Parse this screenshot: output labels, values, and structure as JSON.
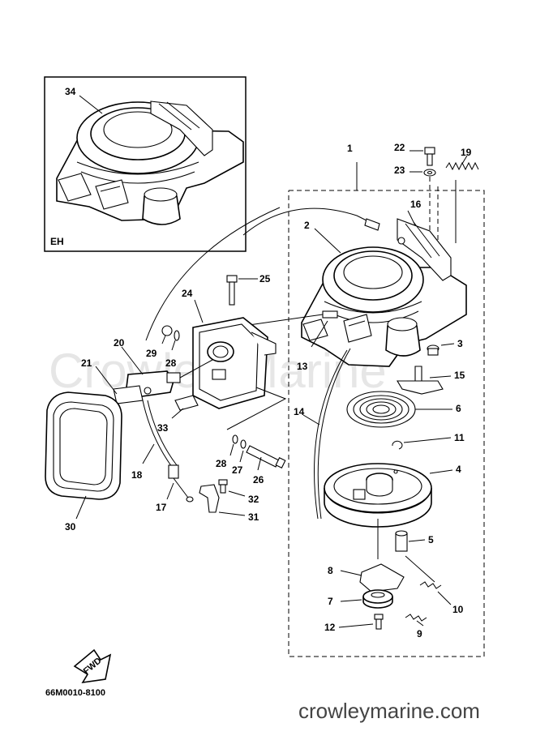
{
  "diagram": {
    "watermark": "Crowley Marine",
    "site": "crowleymarine.com",
    "drawing_code": "66M0010-8100",
    "inset_tag": "EH",
    "fwd_label": "FWD",
    "callouts": [
      {
        "id": "c34",
        "label": "34"
      },
      {
        "id": "c1",
        "label": "1"
      },
      {
        "id": "c22",
        "label": "22"
      },
      {
        "id": "c19",
        "label": "19"
      },
      {
        "id": "c23",
        "label": "23"
      },
      {
        "id": "c16",
        "label": "16"
      },
      {
        "id": "c2",
        "label": "2"
      },
      {
        "id": "c25",
        "label": "25"
      },
      {
        "id": "c24",
        "label": "24"
      },
      {
        "id": "c3",
        "label": "3"
      },
      {
        "id": "c29",
        "label": "29"
      },
      {
        "id": "c28a",
        "label": "28"
      },
      {
        "id": "c20",
        "label": "20"
      },
      {
        "id": "c13",
        "label": "13"
      },
      {
        "id": "c15",
        "label": "15"
      },
      {
        "id": "c21",
        "label": "21"
      },
      {
        "id": "c6",
        "label": "6"
      },
      {
        "id": "c14",
        "label": "14"
      },
      {
        "id": "c33",
        "label": "33"
      },
      {
        "id": "c11",
        "label": "11"
      },
      {
        "id": "c18",
        "label": "18"
      },
      {
        "id": "c28b",
        "label": "28"
      },
      {
        "id": "c27",
        "label": "27"
      },
      {
        "id": "c26",
        "label": "26"
      },
      {
        "id": "c4",
        "label": "4"
      },
      {
        "id": "c32",
        "label": "32"
      },
      {
        "id": "c17",
        "label": "17"
      },
      {
        "id": "c31",
        "label": "31"
      },
      {
        "id": "c30",
        "label": "30"
      },
      {
        "id": "c5",
        "label": "5"
      },
      {
        "id": "c8",
        "label": "8"
      },
      {
        "id": "c10",
        "label": "10"
      },
      {
        "id": "c7",
        "label": "7"
      },
      {
        "id": "c9",
        "label": "9"
      },
      {
        "id": "c12",
        "label": "12"
      }
    ]
  }
}
